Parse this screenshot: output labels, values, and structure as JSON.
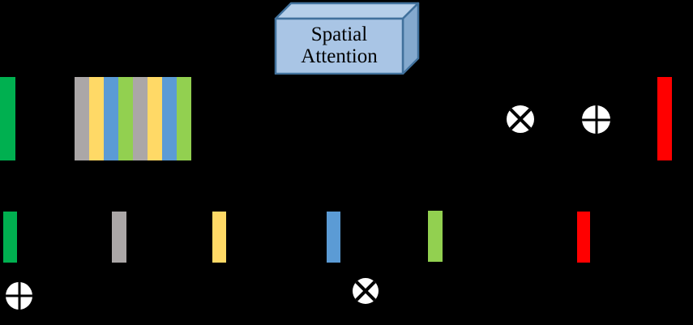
{
  "background_color": "#000000",
  "attention_box": {
    "label_line1": "Spatial",
    "label_line2": "Attention",
    "front_color": "#A9C5E5",
    "top_color": "#B6CFE9",
    "side_color": "#84A9CE",
    "border_color": "#41719C",
    "text_color": "#000000"
  },
  "palette": {
    "dark_green": "#00B050",
    "light_green": "#92D050",
    "gray": "#ABA7A7",
    "yellow": "#FFD966",
    "blue": "#5B9BD5",
    "red": "#FF0000",
    "operator_fill": "#FFFFFF",
    "operator_stroke": "#000000"
  },
  "top_row": {
    "input_bar_color": "#00B050",
    "striped_block_stripes": [
      "#ABA7A7",
      "#FFD966",
      "#5B9BD5",
      "#92D050",
      "#ABA7A7",
      "#FFD966",
      "#5B9BD5",
      "#92D050"
    ],
    "multiply_symbol": "⊗",
    "add_symbol": "⊕",
    "output_bar_color": "#FF0000"
  },
  "bottom_row": {
    "bars": [
      {
        "name": "green-bar",
        "color": "#00B050"
      },
      {
        "name": "gray-bar",
        "color": "#ABA7A7"
      },
      {
        "name": "yellow-bar",
        "color": "#FFD966"
      },
      {
        "name": "blue-bar",
        "color": "#5B9BD5"
      },
      {
        "name": "light-green-bar",
        "color": "#92D050"
      },
      {
        "name": "red-bar",
        "color": "#FF0000"
      }
    ],
    "add_symbol": "⊕",
    "multiply_symbol": "⊗"
  }
}
